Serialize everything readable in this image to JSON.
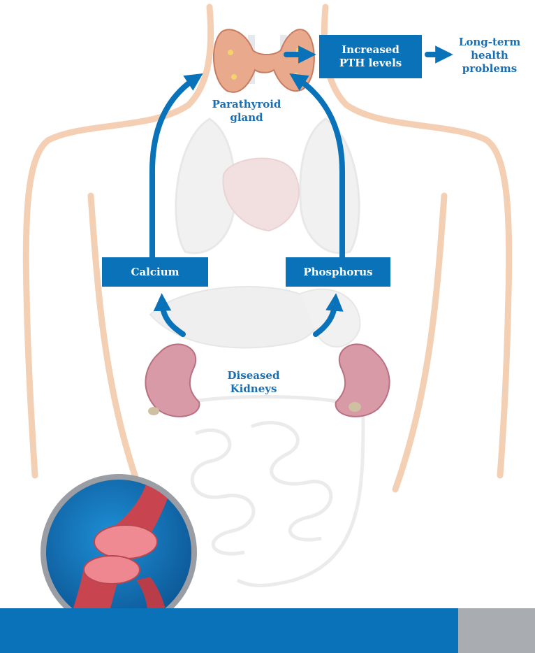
{
  "labels": {
    "parathyroid": [
      "Parathyroid",
      "gland"
    ],
    "increased_pth": [
      "Increased",
      "PTH levels"
    ],
    "long_term": [
      "Long-term",
      "health",
      "problems"
    ],
    "calcium": "Calcium",
    "phosphorus": "Phosphorus",
    "kidneys": [
      "Diseased",
      "Kidneys"
    ]
  },
  "colors": {
    "accent_blue": "#0a72b8",
    "label_blue": "#1a6fb3",
    "body_outline": "#f2c7a6",
    "organ_gray": "#d9d9d9",
    "kidney_pink": "#d99aa8",
    "bone_red": "#e0626e",
    "footer_gray": "#a9acb0"
  }
}
